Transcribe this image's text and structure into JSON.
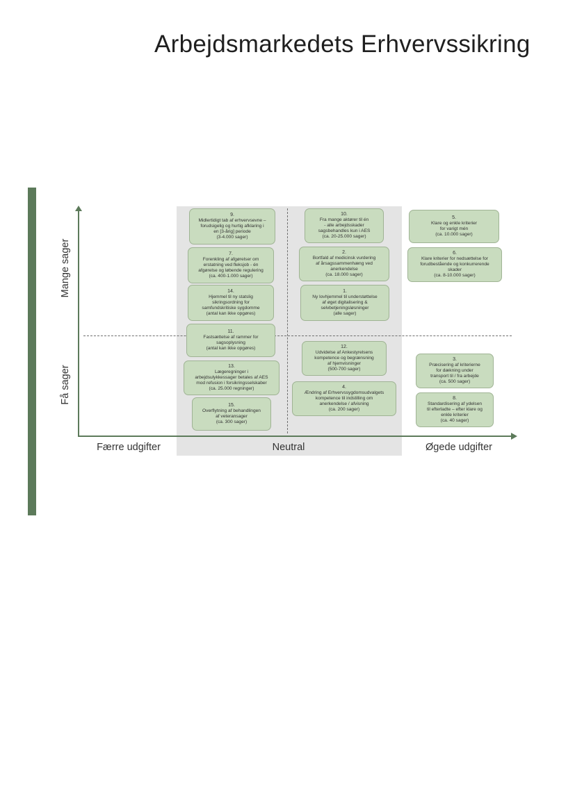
{
  "title": "Arbejdsmarkedets Erhvervssikring",
  "axes": {
    "y_top": "Mange sager",
    "y_bottom": "Få sager",
    "x_left": "Færre udgifter",
    "x_middle": "Neutral",
    "x_right": "Øgede udgifter"
  },
  "colors": {
    "accent": "#5c7a5a",
    "box_fill": "#c9dcbf",
    "neutral_band": "#e4e4e4"
  },
  "boxes": {
    "b9": {
      "num": "9.",
      "l1": "Midlertidigt tab af erhvervsevne –",
      "l2": "forudsigelig og hurtig afklaring i",
      "l3": "en [3-årig] periode",
      "l4": "(3-4.000 sager)"
    },
    "b7": {
      "num": "7.",
      "l1": "Forenkling af afgørelser om",
      "l2": "erstatning ved fleksjob - én",
      "l3": "afgørelse og løbende regulering",
      "l4": "(ca. 400-1.000 sager)"
    },
    "b14": {
      "num": "14.",
      "l1": "Hjemmel til ny statslig",
      "l2": "sikringsordning for",
      "l3": "samfundskritiske sygdomme",
      "l4": "(antal kan ikke opgøres)"
    },
    "b11": {
      "num": "11.",
      "l1": "Fastsættelse af rammer for",
      "l2": "sagsoplysning",
      "l3": "(antal kan ikke opgøres)"
    },
    "b13": {
      "num": "13.",
      "l1": "Lægeregninger i",
      "l2": "arbejdsulykkessager betales af AES",
      "l3": "mod refusion i forsikringsselskaber",
      "l4": "(ca. 25.000 regninger)"
    },
    "b15": {
      "num": "15.",
      "l1": "Overflytning af behandlingen",
      "l2": "af veteransager",
      "l3": "(ca. 300 sager)"
    },
    "b10": {
      "num": "10.",
      "l1": "Fra mange aktører til én",
      "l2": "- alle arbejdsskader",
      "l3": "sagsbehandles kun i AES",
      "l4": "(ca. 20-25.000 sager)"
    },
    "b2": {
      "num": "2.",
      "l1": "Bortfald af medicinsk vurdering",
      "l2": "af årsagssammenhæng ved",
      "l3": "anerkendelse",
      "l4": "(ca. 18.000 sager)"
    },
    "b1": {
      "num": "1.",
      "l1": "Ny lovhjemmel til understøttelse",
      "l2": "af øget digitalisering &",
      "l3": "selvbetjeningsløsninger",
      "l4": "(alle sager)"
    },
    "b12": {
      "num": "12.",
      "l1": "Udvidelse af Ankestyrelsens",
      "l2": "kompetence og begrænsning",
      "l3": "af hjemvisninger",
      "l4": "(500-700 sager)"
    },
    "b4": {
      "num": "4.",
      "l1": "Ændring af Erhvervssygdomsudvalgets",
      "l2": "kompetence til indstilling om",
      "l3": "anerkendelse / afvisning",
      "l4": "(ca. 200 sager)"
    },
    "b5": {
      "num": "5.",
      "l1": "Klare og enkle kriterier",
      "l2": "for varigt mén",
      "l3": "(ca. 10.000 sager)"
    },
    "b6": {
      "num": "6.",
      "l1": "Klare kriterier for nedsættelse for",
      "l2": "forudbestående og konkurrerende",
      "l3": "skader",
      "l4": "(ca. 8-10.000 sager)"
    },
    "b3": {
      "num": "3.",
      "l1": "Præcisering af kriterierne",
      "l2": "for dækning under",
      "l3": "transport til / fra arbejde",
      "l4": "(ca. 500 sager)"
    },
    "b8": {
      "num": "8.",
      "l1": "Standardisering af ydelsen",
      "l2": "til efterladte – efter klare og",
      "l3": "enkle kriterier",
      "l4": "(ca. 40 sager)"
    }
  }
}
